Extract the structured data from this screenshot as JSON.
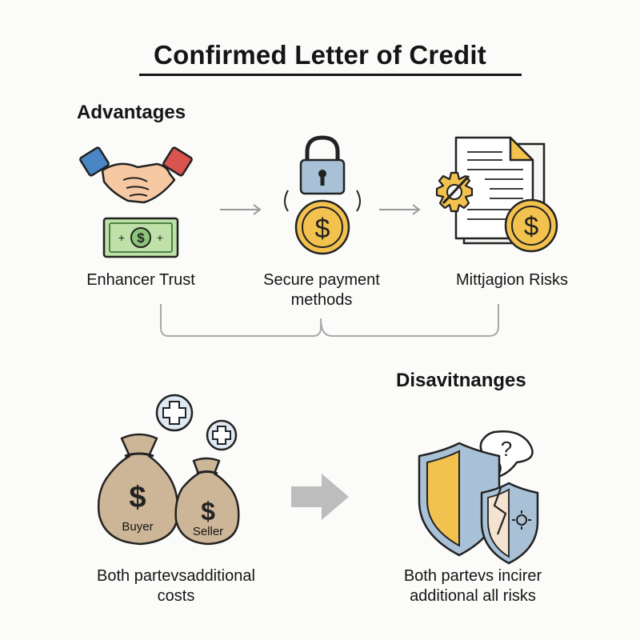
{
  "title": "Confirmed Letter of Credit",
  "advantages": {
    "heading": "Advantages",
    "items": [
      {
        "icon": "handshake-and-banknote-icon",
        "label": "Enhancer Trust"
      },
      {
        "icon": "padlock-and-coin-icon",
        "label": "Secure payment methods"
      },
      {
        "icon": "document-gear-coin-icon",
        "label": "Mittjagion Risks"
      }
    ]
  },
  "disadvantages": {
    "heading": "Disavitnanges",
    "cost": {
      "bag_labels": [
        "Buyer",
        "Seller"
      ],
      "label": "Both partevsadditional costs"
    },
    "risk": {
      "label": "Both partevs incirer additional all risks"
    }
  },
  "colors": {
    "gold": "#f2c14e",
    "money_green": "#bfe0a8",
    "sleeve_blue": "#4a86c5",
    "sleeve_red": "#d9534f",
    "steel_blue": "#a9c1d6",
    "bag_tan": "#cdb697",
    "arrow_grey": "#bdbdbd"
  }
}
